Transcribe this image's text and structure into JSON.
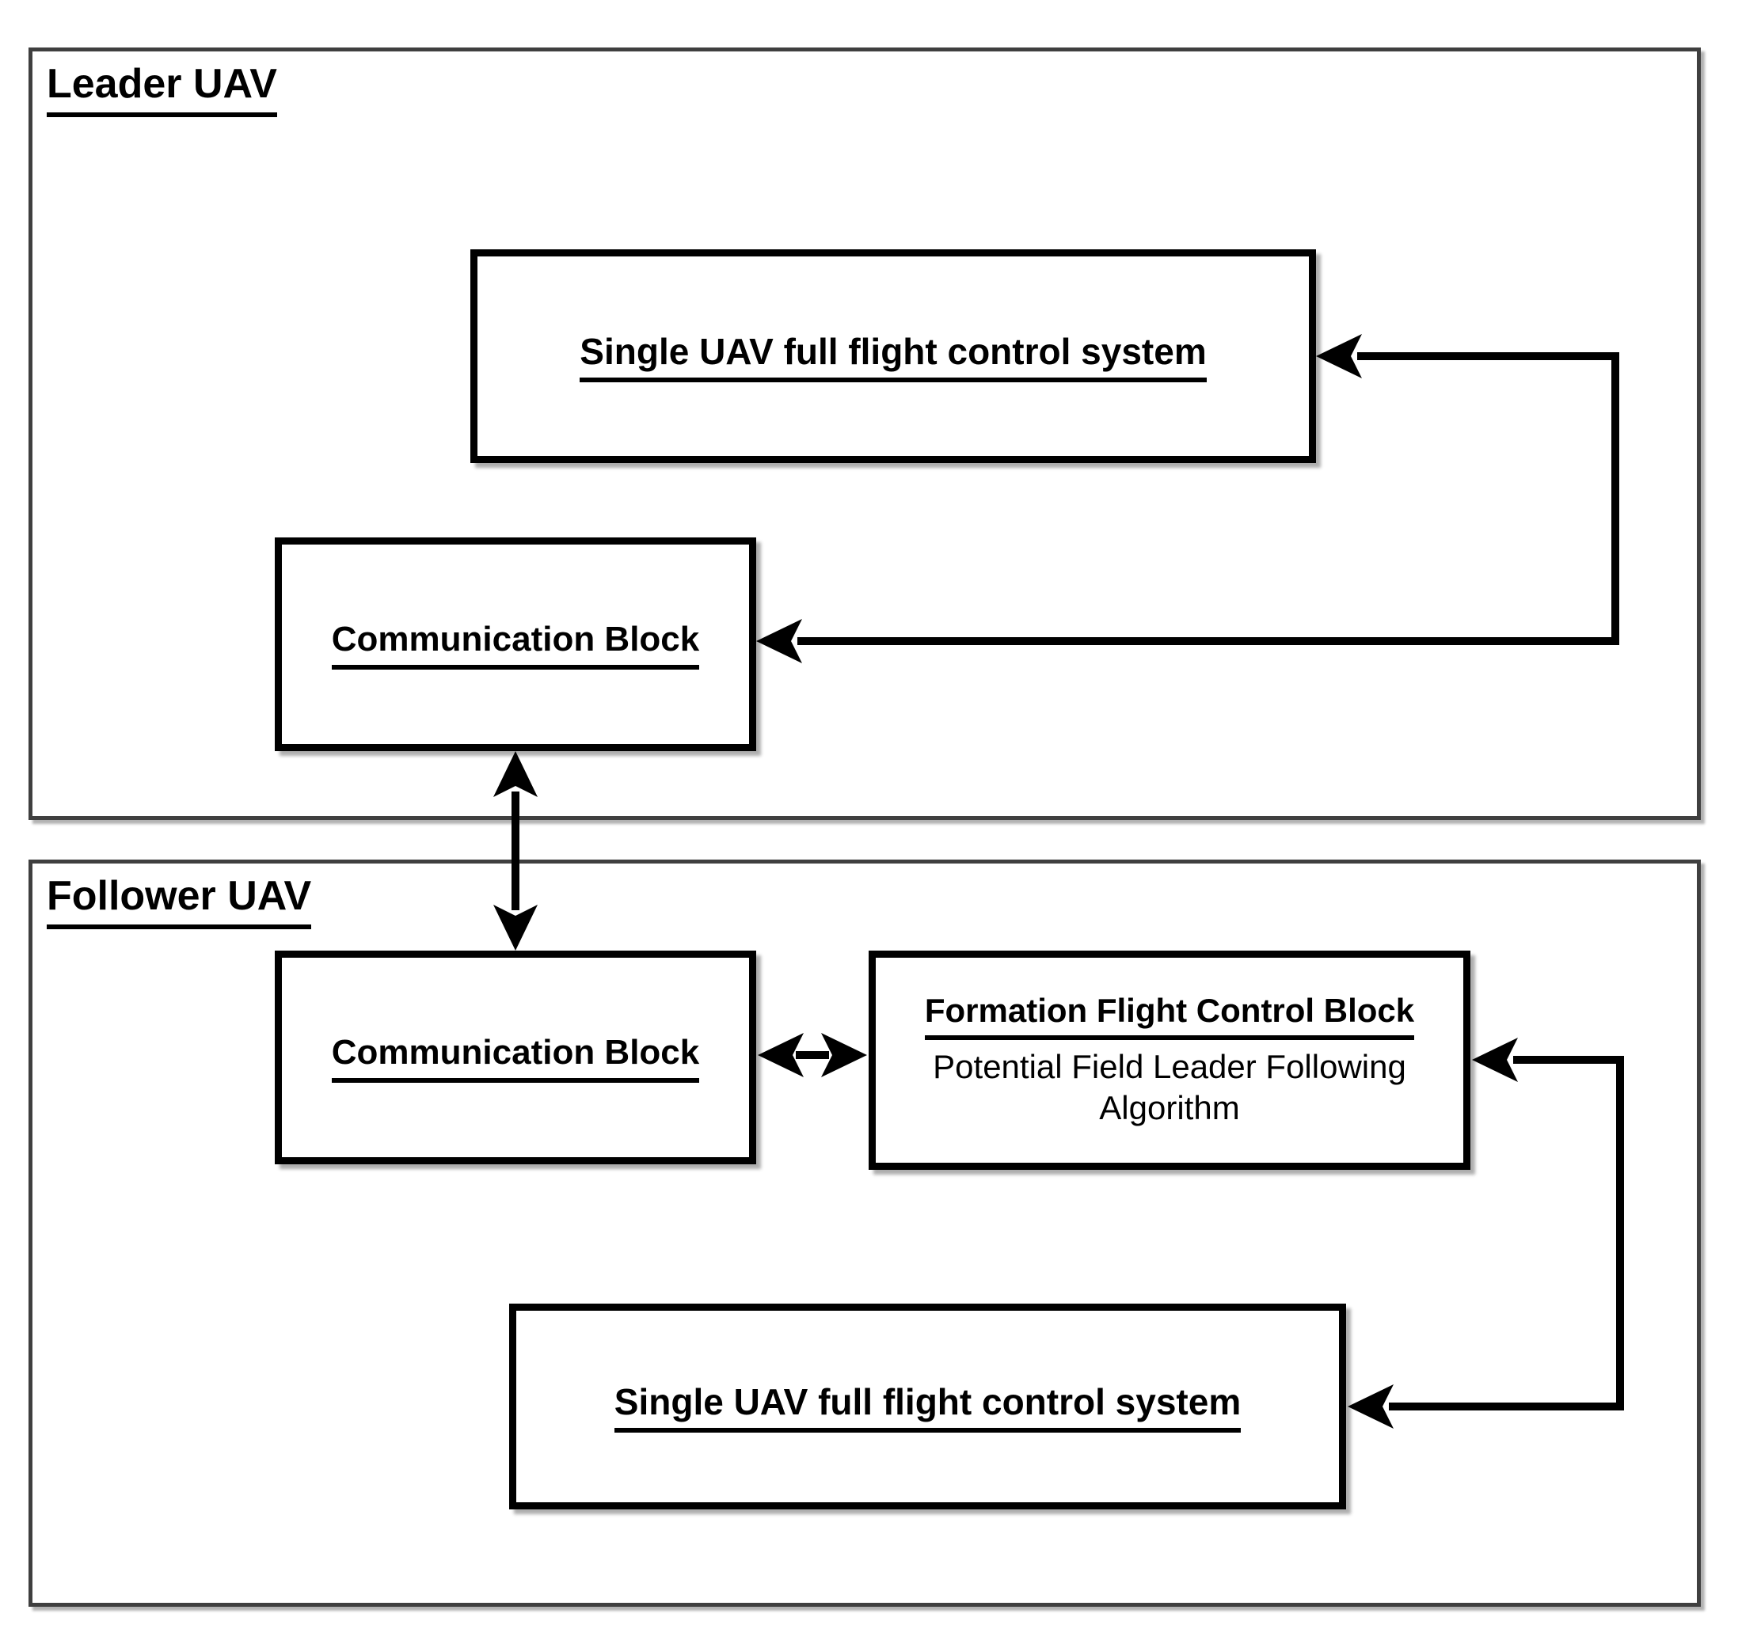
{
  "diagram": {
    "leader": {
      "title": "Leader UAV",
      "flight_control_label": "Single UAV full flight control system",
      "communication_label": "Communication Block"
    },
    "follower": {
      "title": "Follower UAV",
      "communication_label": "Communication Block",
      "formation_block_title": "Formation Flight Control Block",
      "formation_block_subtitle": "Potential Field Leader Following Algorithm",
      "flight_control_label": "Single UAV full flight control system"
    },
    "connectors": {
      "leader_feedback": "feedback line into leader flight control system and communication block",
      "inter_uav_link": "bidirectional link between leader and follower communication blocks",
      "comm_to_formation": "bidirectional link between follower communication block and formation flight control block",
      "follower_feedback": "feedback line into formation flight control block and follower flight control system"
    },
    "colors": {
      "background": "#ffffff",
      "block_border": "#000000",
      "container_border": "#3f3f3f",
      "line": "#000000",
      "text": "#000000"
    }
  }
}
